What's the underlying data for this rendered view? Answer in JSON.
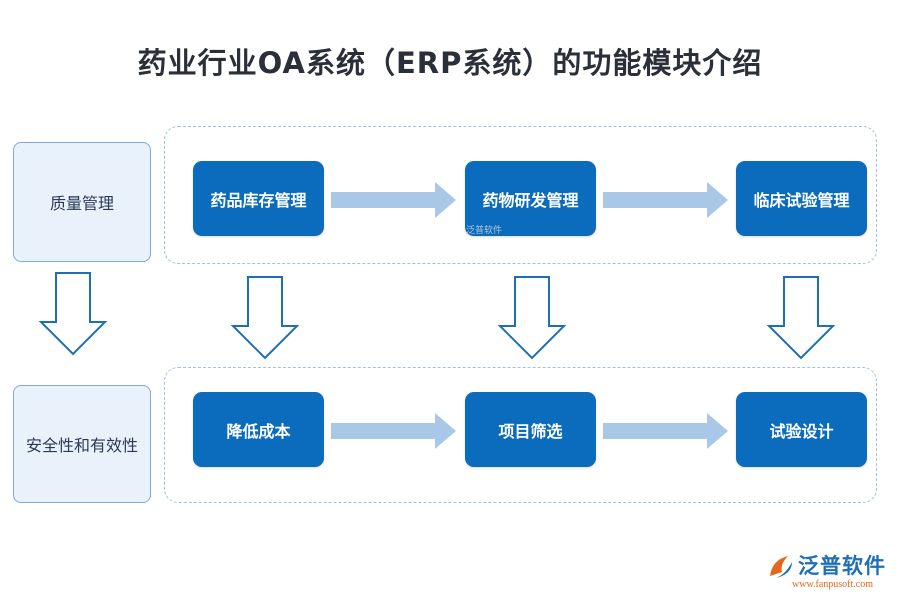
{
  "title": "药业行业OA系统（ERP系统）的功能模块介绍",
  "rows": [
    {
      "label": "质量管理",
      "nodes": [
        "药品库存管理",
        "药物研发管理",
        "临床试验管理"
      ]
    },
    {
      "label": "安全性和有效性",
      "nodes": [
        "降低成本",
        "项目筛选",
        "试验设计"
      ]
    }
  ],
  "watermark": "泛普软件",
  "logo": {
    "name": "泛普软件",
    "url": "www.fanpusoft.com"
  },
  "colors": {
    "node_fill": "#0b6bbd",
    "side_fill": "#e9f1fb",
    "arrow_right": "#a9c8e8",
    "arrow_down_stroke": "#1f6fb5"
  }
}
